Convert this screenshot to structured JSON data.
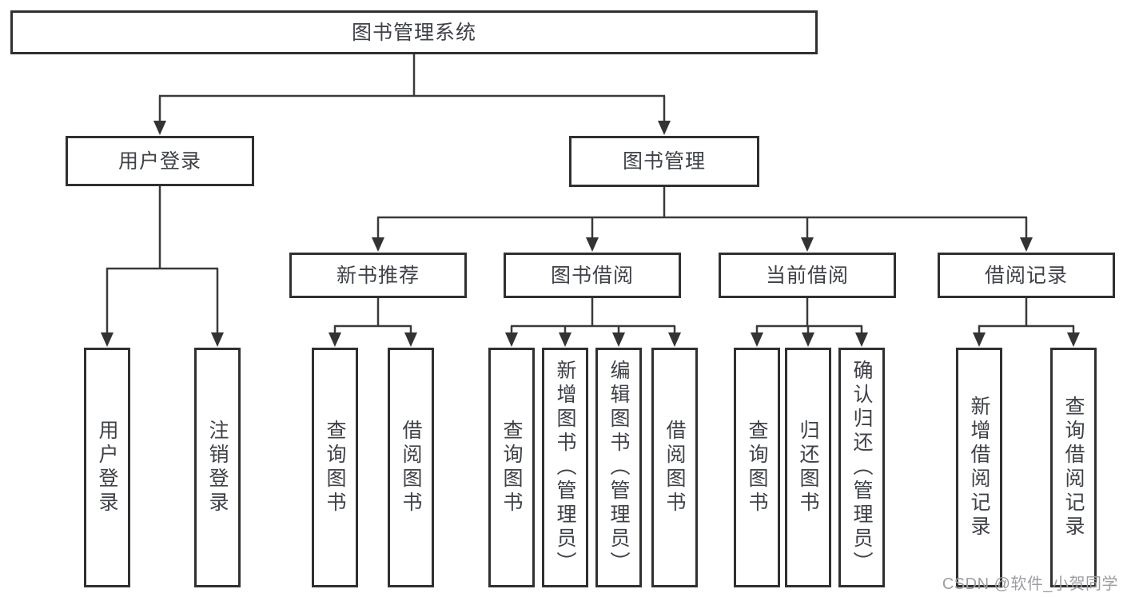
{
  "tree": {
    "root": "图书管理系统",
    "level2": [
      "用户登录",
      "图书管理"
    ],
    "level3": [
      "新书推荐",
      "图书借阅",
      "当前借阅",
      "借阅记录"
    ],
    "leaves_user_login": [
      "用户登录",
      "注销登录"
    ],
    "leaves_new_book": [
      "查询图书",
      "借阅图书"
    ],
    "leaves_book_borrow": [
      "查询图书",
      "新增图书（管理员）",
      "编辑图书（管理员）",
      "借阅图书"
    ],
    "leaves_current_borrow": [
      "查询图书",
      "归还图书",
      "确认归还（管理员）"
    ],
    "leaves_borrow_records": [
      "新增借阅记录",
      "查询借阅记录"
    ]
  },
  "watermark": "CSDN @软件_小贺同学",
  "colors": {
    "line": "#3a3a3a",
    "box_border": "#303030",
    "text": "#3e4147",
    "watermark": "#9e9ea2",
    "background": "#ffffff"
  }
}
